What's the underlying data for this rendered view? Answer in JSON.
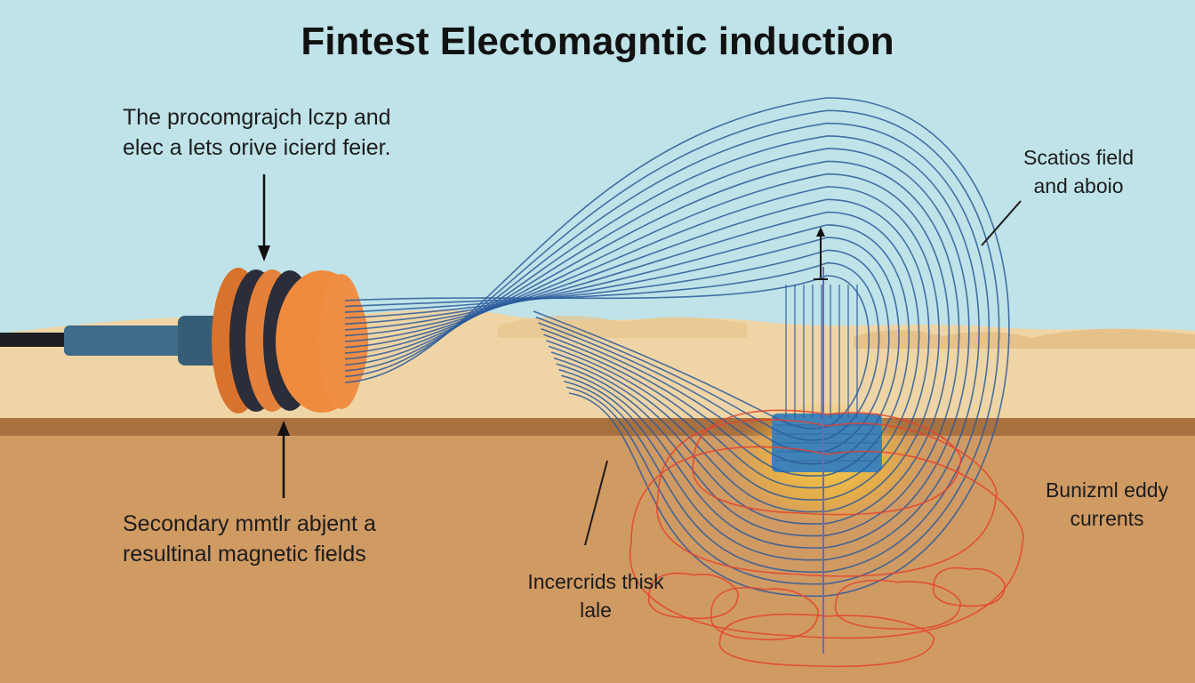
{
  "title": "Fintest Electomagntic induction",
  "labels": {
    "top_left": [
      "The procomgrajch lczp and",
      "elec a lets orive icierd feier."
    ],
    "top_right": [
      "Scatios field",
      "and aboio"
    ],
    "bottom_left": [
      "Secondary mmtlr abjent a",
      "resultinal magnetic fields"
    ],
    "bottom_center": [
      "Incercrids thisk",
      "lale"
    ],
    "bottom_right": [
      "Bunizml eddy",
      "currents"
    ]
  },
  "colors": {
    "sky": "#bfe3e8",
    "dunes": "#efd5a6",
    "ground_surface": "#a9713f",
    "soil": "#d09a63",
    "coil": "#f08a3c",
    "coil_band": "#2b2d3a",
    "probe_shaft": "#3f6c8a",
    "field_lines": "#2c5a9b",
    "target": "#3f82b8",
    "target_glow": "#f2c23a",
    "eddy_currents": "#e5432a"
  },
  "icons": [
    "arrow-down-icon",
    "arrow-up-icon",
    "arrow-vertical-icon"
  ]
}
